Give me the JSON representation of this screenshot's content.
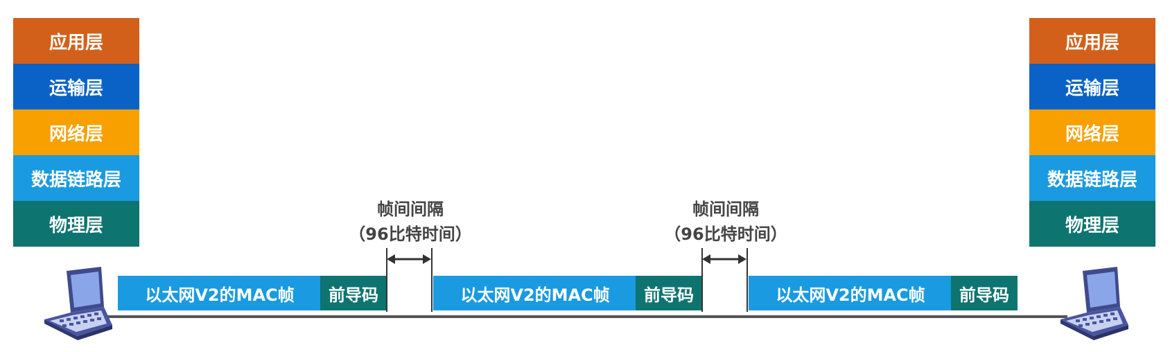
{
  "layers_left": [
    "应用层",
    "运输层",
    "网络层",
    "数据链路层",
    "物理层"
  ],
  "layers_right": [
    "应用层",
    "运输层",
    "网络层",
    "数据链路层",
    "物理层"
  ],
  "frames": [
    {
      "mac": "以太网V2的MAC帧",
      "preamble": "前导码"
    },
    {
      "mac": "以太网V2的MAC帧",
      "preamble": "前导码"
    },
    {
      "mac": "以太网V2的MAC帧",
      "preamble": "前导码"
    }
  ],
  "gaps": [
    {
      "line1": "帧间间隔",
      "line2": "（96比特时间）"
    },
    {
      "line1": "帧间间隔",
      "line2": "（96比特时间）"
    }
  ],
  "colors": {
    "application": "#d2601a",
    "transport": "#0a62c6",
    "network": "#f7a000",
    "datalink": "#1a9ae0",
    "physical": "#0e7470"
  },
  "icons": [
    "laptop-icon",
    "double-arrow-icon"
  ]
}
